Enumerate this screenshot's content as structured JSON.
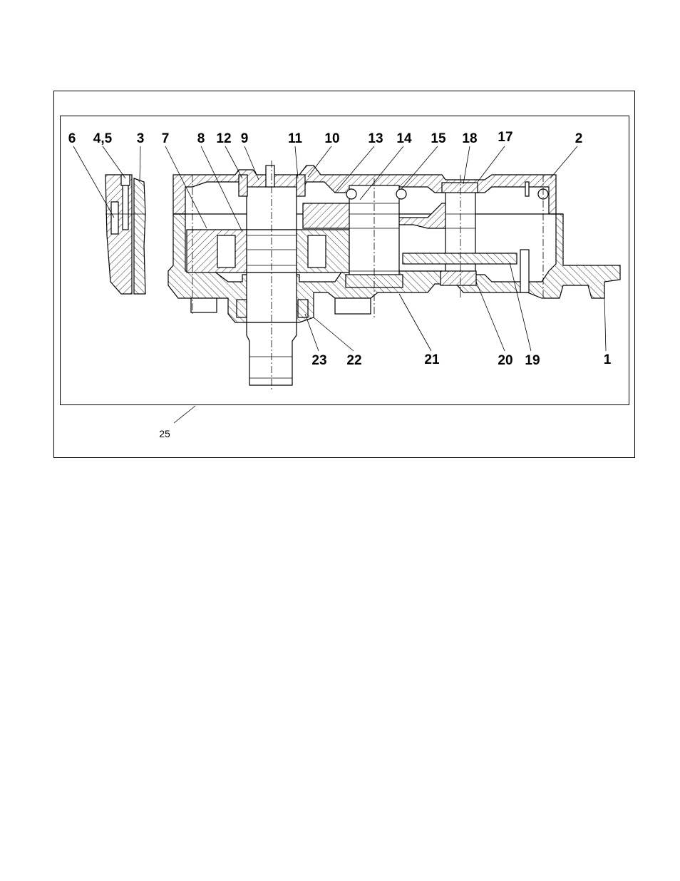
{
  "figure": {
    "callouts": [
      {
        "id": "c6",
        "label": "6"
      },
      {
        "id": "c45",
        "label": "4,5"
      },
      {
        "id": "c3",
        "label": "3"
      },
      {
        "id": "c7",
        "label": "7"
      },
      {
        "id": "c8",
        "label": "8"
      },
      {
        "id": "c12",
        "label": "12"
      },
      {
        "id": "c9",
        "label": "9"
      },
      {
        "id": "c11",
        "label": "11"
      },
      {
        "id": "c10",
        "label": "10"
      },
      {
        "id": "c13",
        "label": "13"
      },
      {
        "id": "c14",
        "label": "14"
      },
      {
        "id": "c15",
        "label": "15"
      },
      {
        "id": "c18",
        "label": "18"
      },
      {
        "id": "c17",
        "label": "17"
      },
      {
        "id": "c2",
        "label": "2"
      },
      {
        "id": "c23",
        "label": "23"
      },
      {
        "id": "c22",
        "label": "22"
      },
      {
        "id": "c21",
        "label": "21"
      },
      {
        "id": "c20",
        "label": "20"
      },
      {
        "id": "c19",
        "label": "19"
      },
      {
        "id": "c1",
        "label": "1"
      }
    ],
    "reference_label": "25"
  }
}
